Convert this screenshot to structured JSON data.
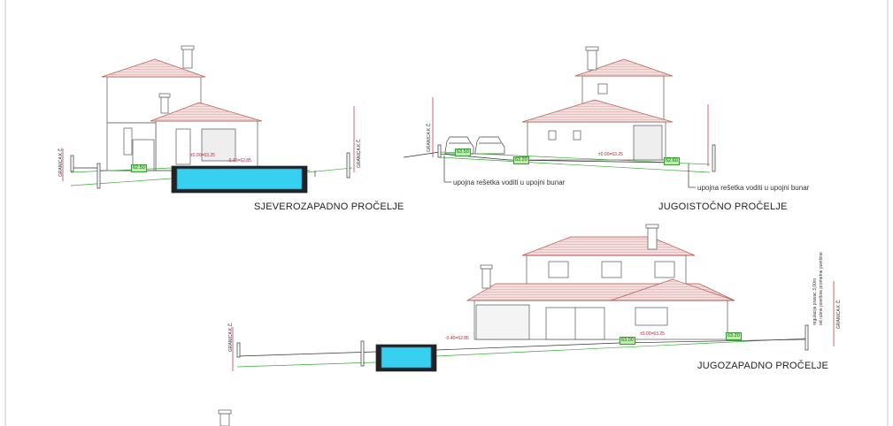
{
  "views": {
    "nw": {
      "title": "SJEVEROZAPADNO PROČELJE",
      "boundary_left": "GRANICA K.Č.",
      "boundary_right": "GRANICA K.Č.",
      "level_ground": "62.50",
      "level_house": "±0.00=63.25",
      "level_pool": "-0.40=62.85"
    },
    "se": {
      "title": "JUGOISTOČNO PROČELJE",
      "boundary_left": "GRANICA K.Č.",
      "note_drain_left": "upojna rešetka voditi u upojni bunar",
      "note_drain_right": "upojna rešetka voditi u upojni bunar",
      "level_a": "63.50",
      "level_b": "63.20",
      "level_house": "±0.00=63.25",
      "level_c": "62.60"
    },
    "sw": {
      "title": "JUGOZAPADNO PROČELJE",
      "boundary_left": "GRANICA K.Č.",
      "boundary_right": "GRANICA K.Č.",
      "level_pool": "-0.40=62.85",
      "level_house": "±0.00=63.25",
      "level_a": "63.00",
      "level_b": "63.20",
      "note_right_1": "regulacija pravac 3,00m",
      "note_right_2": "od rubne površine prometne površine"
    }
  },
  "colors": {
    "roof": "#b5574f",
    "line": "#444444",
    "ground": "#3aaa3a",
    "pool": "#38d0f0",
    "red": "#c0243a"
  }
}
